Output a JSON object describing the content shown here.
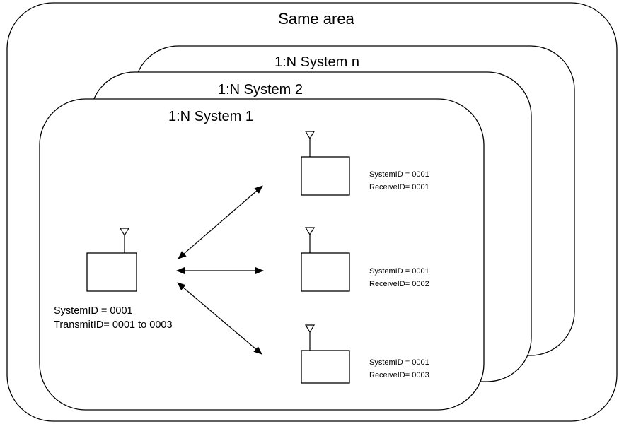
{
  "area": {
    "title": "Same area"
  },
  "systems": [
    {
      "title": "1:N  System  n"
    },
    {
      "title": "1:N  System  2"
    },
    {
      "title": "1:N  System  1"
    }
  ],
  "transmitter": {
    "system_id": "SystemID = 0001",
    "transmit_id": "TransmitID= 0001  to 0003"
  },
  "receivers": [
    {
      "system_id": "SystemID = 0001",
      "receive_id": "ReceiveID= 0001"
    },
    {
      "system_id": "SystemID = 0001",
      "receive_id": "ReceiveID= 0002"
    },
    {
      "system_id": "SystemID = 0001",
      "receive_id": "ReceiveID= 0003"
    }
  ]
}
